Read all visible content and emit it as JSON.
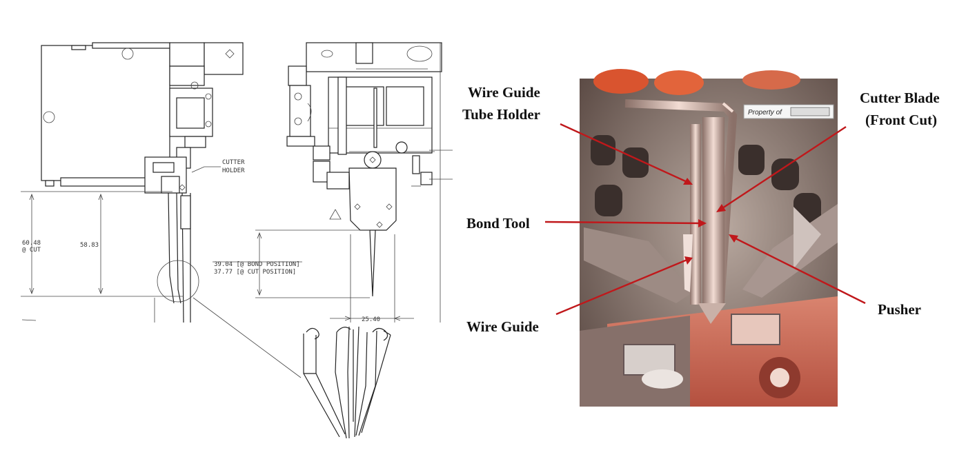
{
  "cad": {
    "cutter_holder_line1": "CUTTER",
    "cutter_holder_line2": "HOLDER",
    "dim_cut_height_value": "60.48",
    "dim_cut_height_label": "@ CUT",
    "dim_58": "58.83",
    "dim_bond_position": "39.04 [@ BOND POSITION]",
    "dim_cut_position": "37.77 [@ CUT POSITION]",
    "dim_width": "25.40"
  },
  "photo": {
    "property_tag": "Property of"
  },
  "labels": {
    "wire_guide_tube_holder_line1": "Wire Guide",
    "wire_guide_tube_holder_line2": "Tube Holder",
    "cutter_blade_line1": "Cutter Blade",
    "cutter_blade_line2": "(Front Cut)",
    "bond_tool": "Bond Tool",
    "pusher": "Pusher",
    "wire_guide": "Wire Guide"
  },
  "colors": {
    "arrow": "#c0181b",
    "photo_bg": "#6e5a52",
    "highlight": "#e07a68"
  }
}
